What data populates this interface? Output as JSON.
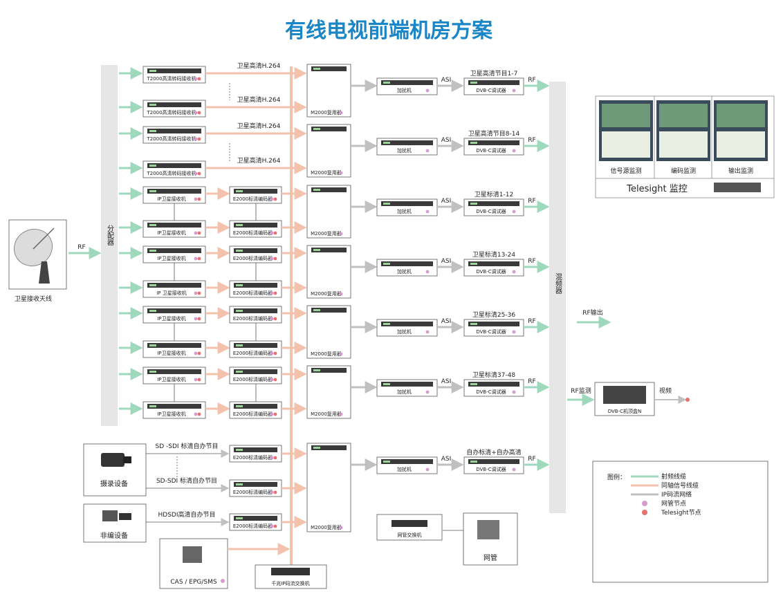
{
  "title": "有线电视前端机房方案",
  "colors": {
    "title": "#1a86c8",
    "rf": "#9fd9bd",
    "coax": "#f4c1ac",
    "ip": "#c0c0c0",
    "mgmt_node": "#d49bd1",
    "telesight_node": "#e8706e"
  },
  "antenna": {
    "label": "卫星接收天线"
  },
  "rf_in": "RF",
  "splitter": "分配器",
  "mixer": "混频器",
  "receivers": {
    "t2000": "T2000高清转码接收机",
    "ip_a": "IP卫星接收机",
    "ip_b": "IP 卫星接收机"
  },
  "encoder": "E2000标清编码器",
  "mux": "M2000复用器",
  "scrambler": "加扰机",
  "modulator": "DVB-C调试器",
  "h264_link": "卫星高清H.264",
  "asi": "ASI",
  "rf": "RF",
  "programs": [
    "卫星高清节目1-7",
    "卫星高清节目8-14",
    "卫星标清1-12",
    "卫星标清13-24",
    "卫星标清25-36",
    "卫星标清37-48",
    "自办标清+自办高清"
  ],
  "local": {
    "camera": "摄录设备",
    "editing": "非编设备",
    "cas": "CAS / EPG/SMS",
    "sd_sdi_1": "SD -SDI 标清自办节目",
    "sd_sdi_2": "SD-SDI 标清自办节目",
    "hd_sdi": "HDSDI高清自办节目",
    "ip_switch": "千兆IP码流交换机",
    "mgmt_switch": "网管交换机",
    "mgmt": "网管"
  },
  "outputs": {
    "rf_out": "RF输出",
    "rf_monitor": "RF监测",
    "stb": "DVB-C机顶盒N",
    "video": "视频"
  },
  "monitor": {
    "labels": [
      "信号源监测",
      "编码监测",
      "输出监测"
    ],
    "telesight": "Telesight  监控"
  },
  "legend": {
    "title": "图例：",
    "items": [
      "射频线缆",
      "同轴信号线缆",
      "IP码流网络",
      "网管节点",
      "Telesight节点"
    ]
  }
}
